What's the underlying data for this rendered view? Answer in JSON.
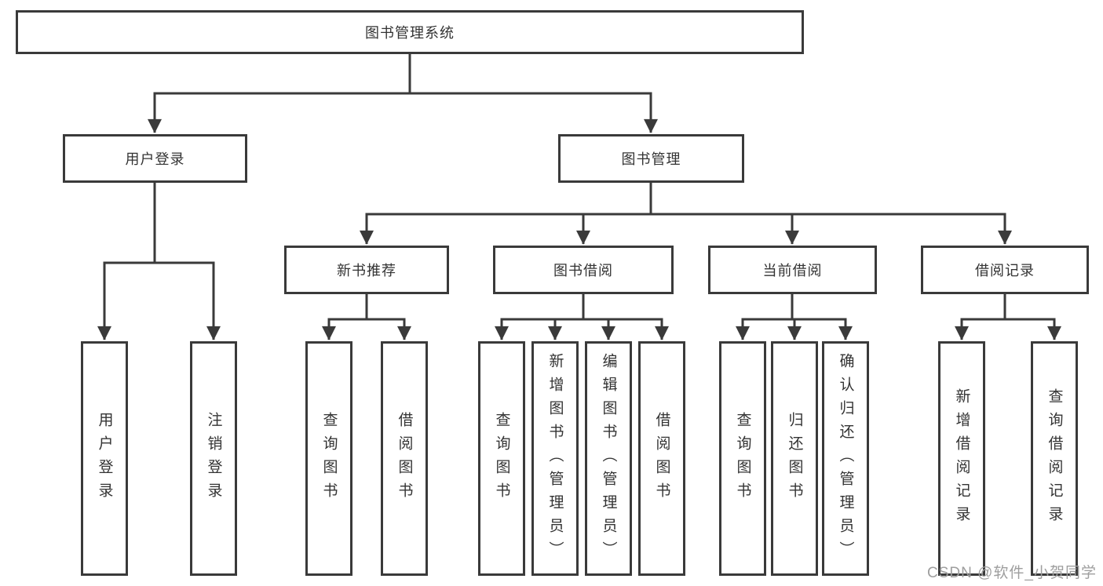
{
  "diagram": {
    "colors": {
      "line": "#3a3a3a",
      "text": "#333333",
      "watermark": "#9e9e9e",
      "background": "#ffffff"
    },
    "watermark": "CSDN @软件_小贺同学",
    "nodes": {
      "root": {
        "label": "图书管理系统"
      },
      "login": {
        "label": "用户登录"
      },
      "mgmt": {
        "label": "图书管理"
      },
      "rec": {
        "label": "新书推荐"
      },
      "borrow": {
        "label": "图书借阅"
      },
      "current": {
        "label": "当前借阅"
      },
      "records": {
        "label": "借阅记录"
      },
      "login_user": {
        "label": "用户登录"
      },
      "login_logout": {
        "label": "注销登录"
      },
      "rec_query": {
        "label": "查询图书"
      },
      "rec_borrow": {
        "label": "借阅图书"
      },
      "borrow_query": {
        "label": "查询图书"
      },
      "borrow_add": {
        "label": "新增图书（管理员）"
      },
      "borrow_edit": {
        "label": "编辑图书（管理员）"
      },
      "borrow_lend": {
        "label": "借阅图书"
      },
      "current_query": {
        "label": "查询图书"
      },
      "current_return": {
        "label": "归还图书"
      },
      "current_confirm": {
        "label": "确认归还（管理员）"
      },
      "records_add": {
        "label": "新增借阅记录"
      },
      "records_query": {
        "label": "查询借阅记录"
      }
    },
    "hierarchy": {
      "图书管理系统": {
        "用户登录": [
          "用户登录",
          "注销登录"
        ],
        "图书管理": {
          "新书推荐": [
            "查询图书",
            "借阅图书"
          ],
          "图书借阅": [
            "查询图书",
            "新增图书（管理员）",
            "编辑图书（管理员）",
            "借阅图书"
          ],
          "当前借阅": [
            "查询图书",
            "归还图书",
            "确认归还（管理员）"
          ],
          "借阅记录": [
            "新增借阅记录",
            "查询借阅记录"
          ]
        }
      }
    }
  }
}
